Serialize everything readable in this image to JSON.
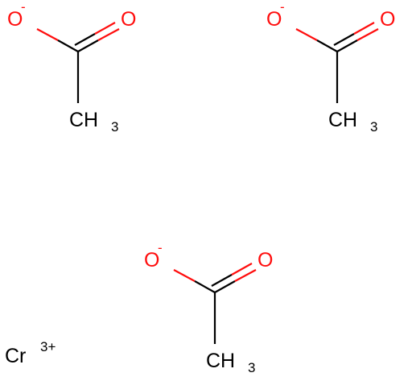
{
  "colors": {
    "oxygen": "#ff0d0d",
    "carbon": "#000000",
    "metal": "#000000",
    "background": "#ffffff"
  },
  "acetates": [
    {
      "anion_o": "O",
      "anion_charge": "-",
      "carbonyl_o": "O",
      "methyl_c": "CH",
      "methyl_sub": "3"
    },
    {
      "anion_o": "O",
      "anion_charge": "-",
      "carbonyl_o": "O",
      "methyl_c": "CH",
      "methyl_sub": "3"
    },
    {
      "anion_o": "O",
      "anion_charge": "-",
      "carbonyl_o": "O",
      "methyl_c": "CH",
      "methyl_sub": "3"
    }
  ],
  "cation": {
    "symbol": "Cr",
    "charge": "3+"
  }
}
